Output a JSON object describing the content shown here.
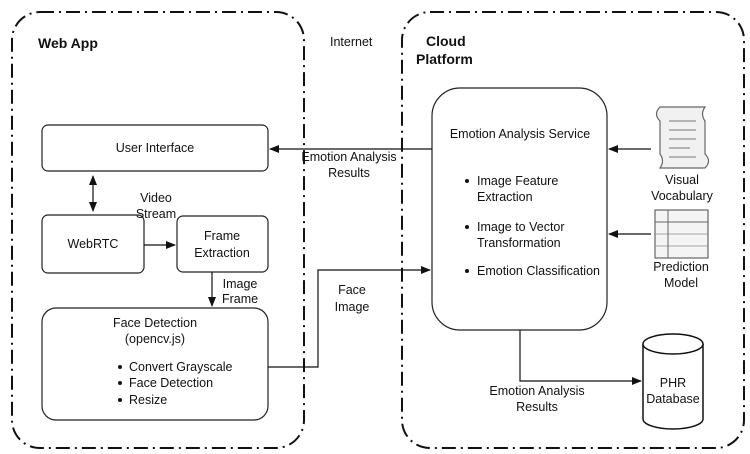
{
  "regions": {
    "web_app": "Web App",
    "internet": "Internet",
    "cloud_line1": "Cloud",
    "cloud_line2": "Platform"
  },
  "nodes": {
    "user_interface": "User Interface",
    "webrtc": "WebRTC",
    "frame_extraction": [
      "Frame",
      "Extraction"
    ],
    "face_detection_title": [
      "Face Detection",
      "(opencv.js)"
    ],
    "face_detection_steps": [
      "Convert Grayscale",
      "Face Detection",
      "Resize"
    ],
    "emotion_service_title": "Emotion Analysis Service",
    "emotion_service_steps": [
      [
        "Image Feature",
        "Extraction"
      ],
      [
        "Image to Vector",
        "Transformation"
      ],
      [
        "Emotion Classification"
      ]
    ],
    "visual_vocabulary": [
      "Visual",
      "Vocabulary"
    ],
    "prediction_model": [
      "Prediction",
      "Model"
    ],
    "phr_database": [
      "PHR",
      "Database"
    ]
  },
  "edges": {
    "video_stream": [
      "Video",
      "Stream"
    ],
    "image_frame": [
      "Image",
      "Frame"
    ],
    "face_image": [
      "Face",
      "Image"
    ],
    "emotion_results_to_ui": [
      "Emotion Analysis",
      "Results"
    ],
    "emotion_results_to_db": [
      "Emotion Analysis",
      "Results"
    ]
  },
  "icons": {
    "visual_vocabulary": "document-icon",
    "prediction_model": "table-icon",
    "phr_database": "database-cylinder-icon"
  }
}
